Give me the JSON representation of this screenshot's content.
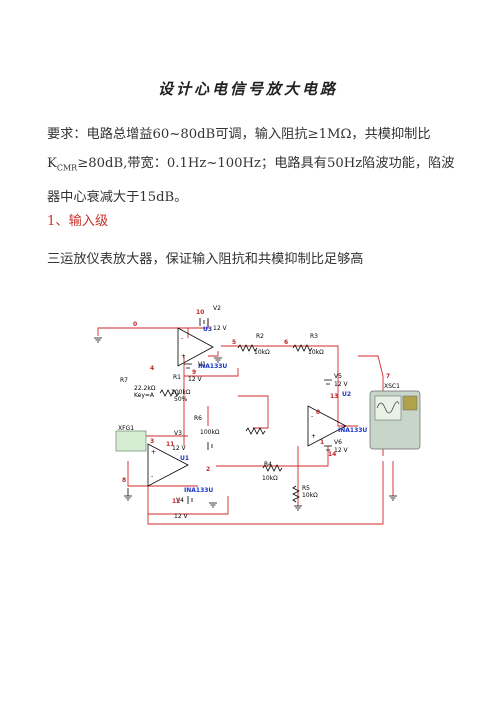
{
  "title": "设计心电信号放大电路",
  "requirements": "要求：电路总增益60~80dB可调，输入阻抗≥1MΩ，共模抑制比K<sub>CMR</sub>≥80dB,带宽：0.1Hz~100Hz；电路具有50Hz陷波功能，陷波器中心衰减大于15dB。",
  "requirements_text": "要求：电路总增益60~80dB可调，输入阻抗≥1MΩ，共模抑制比KCMR≥80dB,带宽：0.1Hz~100Hz；电路具有50Hz陷波功能，陷波器中心衰减大于15dB。",
  "section_heading": "1、输入级",
  "section_text": "三运放仪表放大器，保证输入阻抗和共模抑制比足够高",
  "circuit": {
    "labels": {
      "v2": "V2",
      "v2_val": "12 V",
      "u3": "U3",
      "u1": "U1",
      "u2": "U2",
      "chip": "INA133U",
      "r1": "R1",
      "r1_val": "100kΩ",
      "r2": "R2",
      "r2_val": "10kΩ",
      "r3": "R3",
      "r3_val": "10kΩ",
      "r4": "R4",
      "r4_val": "10kΩ",
      "r5": "R5",
      "r5_val": "10kΩ",
      "r6": "R6",
      "r6_val": "100kΩ",
      "r7": "R7",
      "r7_val": "22.2kΩ",
      "r7_key": "Key=A",
      "r7_pct": "50%",
      "v1": "V1",
      "v1_val": "12 V",
      "v3": "V3",
      "v3_val": "12 V",
      "v4": "V4",
      "v4_val": "12 V",
      "v5": "V5",
      "v5_val": "12 V",
      "v6": "V6",
      "v6_val": "12 V",
      "xfg1": "XFG1",
      "xsc1": "XSC1"
    },
    "nets": [
      "0",
      "10",
      "4",
      "5",
      "9",
      "6",
      "3",
      "11",
      "2",
      "12",
      "13",
      "14",
      "1",
      "7",
      "0",
      "8"
    ]
  }
}
